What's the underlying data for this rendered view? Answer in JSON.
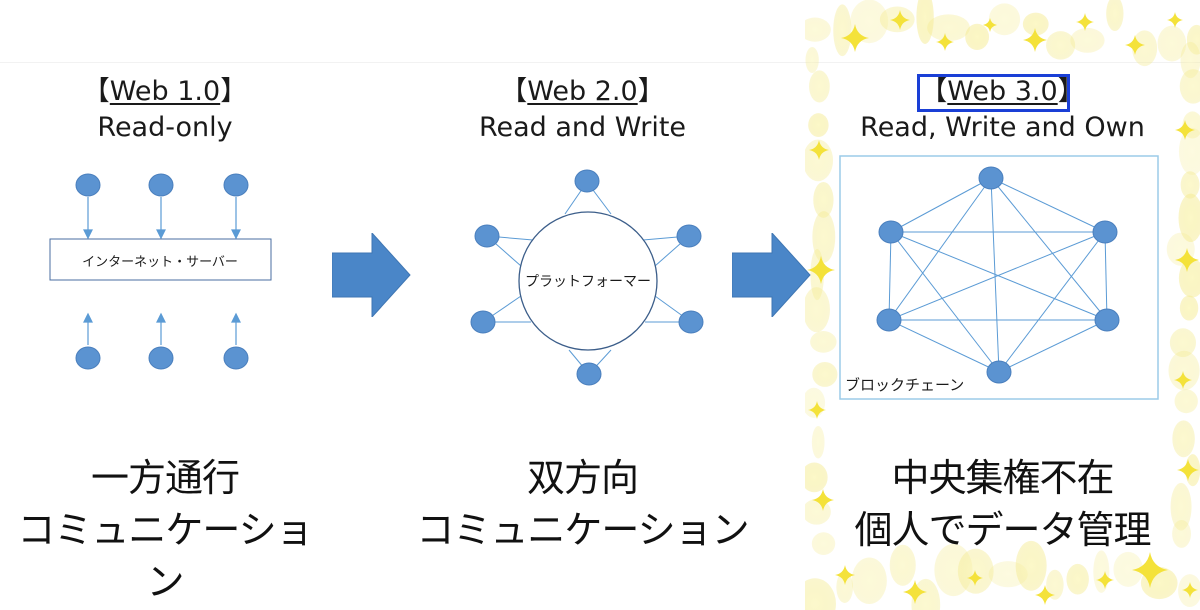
{
  "colors": {
    "node": "#5b93d1",
    "node_stroke": "#4a7fbd",
    "line": "#5b9bd5",
    "arrow": "#4a86c8",
    "highlight": "#1a3fd6",
    "sparkle_bg": "#f5ef9a"
  },
  "web1": {
    "bracket_open": "【",
    "version": "Web 1.0",
    "bracket_close": "】",
    "subtitle": "Read-only",
    "server_label": "インターネット・サーバー",
    "caption_line1": "一方通行",
    "caption_line2": "コミュニケーション"
  },
  "web2": {
    "bracket_open": "【",
    "version": "Web 2.0",
    "bracket_close": "】",
    "subtitle": "Read and Write",
    "platform_label": "プラットフォーマー",
    "caption_line1": "双方向",
    "caption_line2": "コミュニケーション"
  },
  "web3": {
    "bracket_open": "【",
    "version": "Web 3.0",
    "bracket_close": "】",
    "subtitle": "Read, Write and Own",
    "blockchain_label": "ブロックチェーン",
    "caption_line1": "中央集権不在",
    "caption_line2": "個人でデータ管理"
  }
}
